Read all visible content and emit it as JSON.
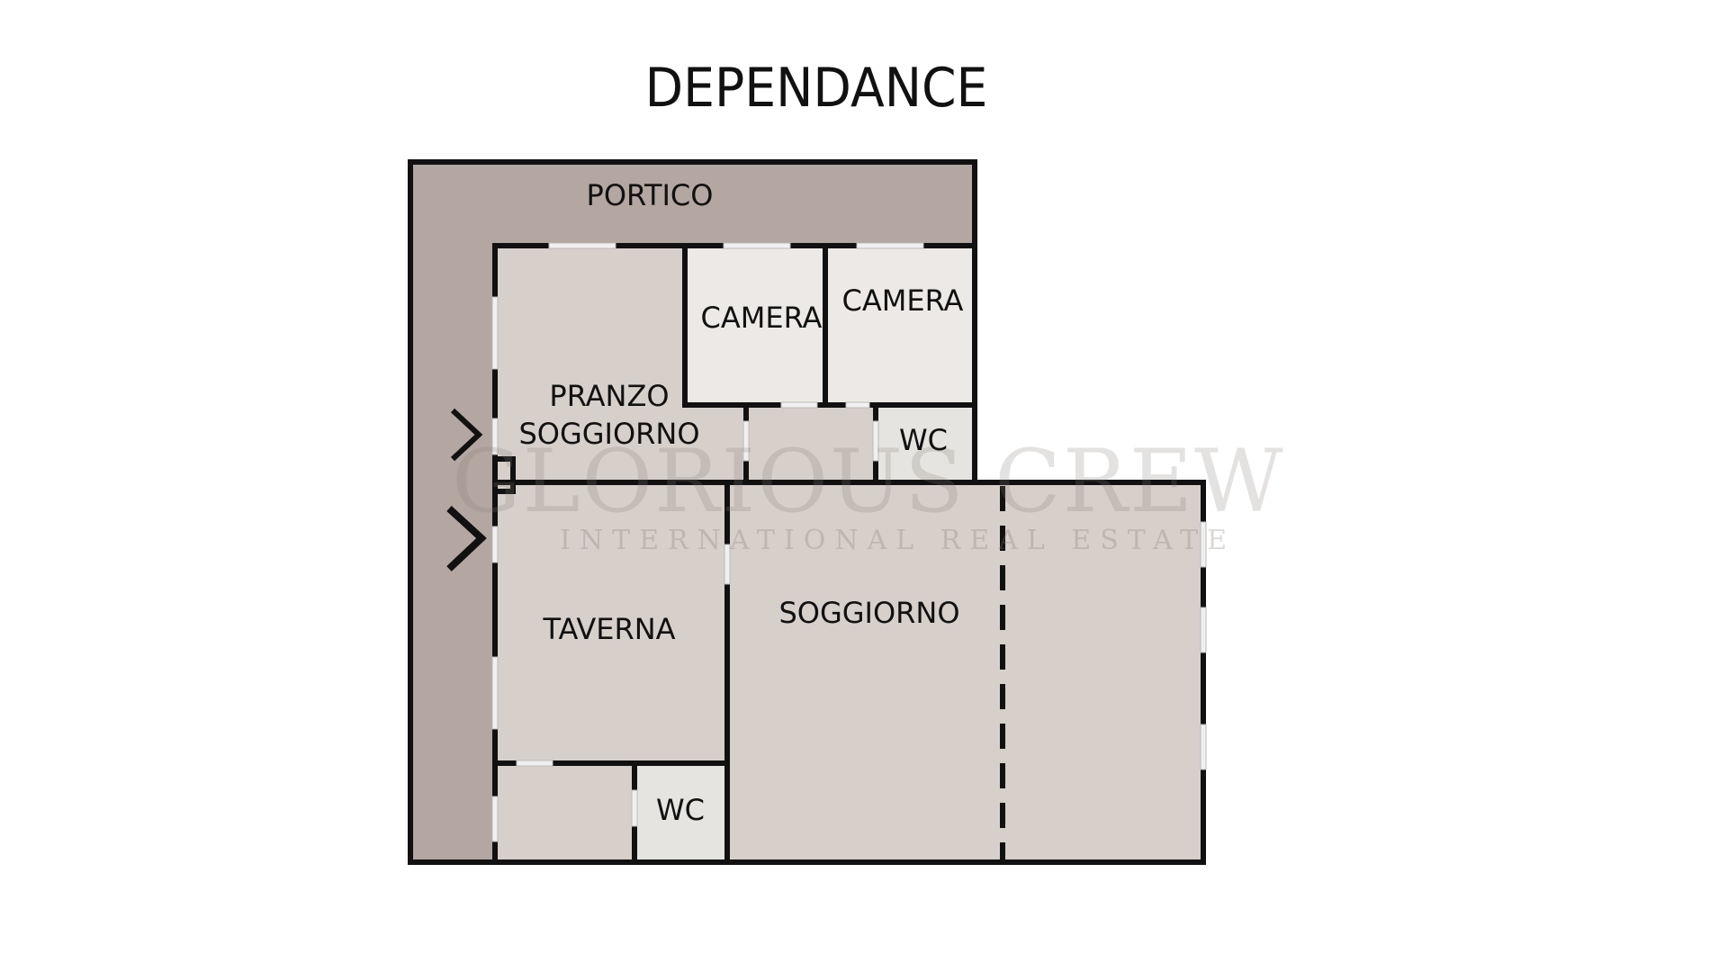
{
  "title": "DEPENDANCE",
  "rooms": {
    "portico": "PORTICO",
    "camera_1": "CAMERA",
    "camera_2": "CAMERA",
    "pranzo_line1": "PRANZO",
    "pranzo_line2": "SOGGIORNO",
    "wc_upper": "WC",
    "taverna": "TAVERNA",
    "soggiorno": "SOGGIORNO",
    "wc_lower": "WC"
  },
  "watermark": {
    "brand": "GLORIOUS CREW",
    "tagline": "INTERNATIONAL REAL ESTATE"
  },
  "colors": {
    "portico": "#b4a6a1",
    "room": "#d7cfca",
    "room_light": "#ede9e6",
    "wc": "#e5e4e0",
    "wall": "#111111",
    "window": "#f2f2f2"
  },
  "icons": [
    "entrance-arrow-icon",
    "entrance-arrow-icon"
  ]
}
